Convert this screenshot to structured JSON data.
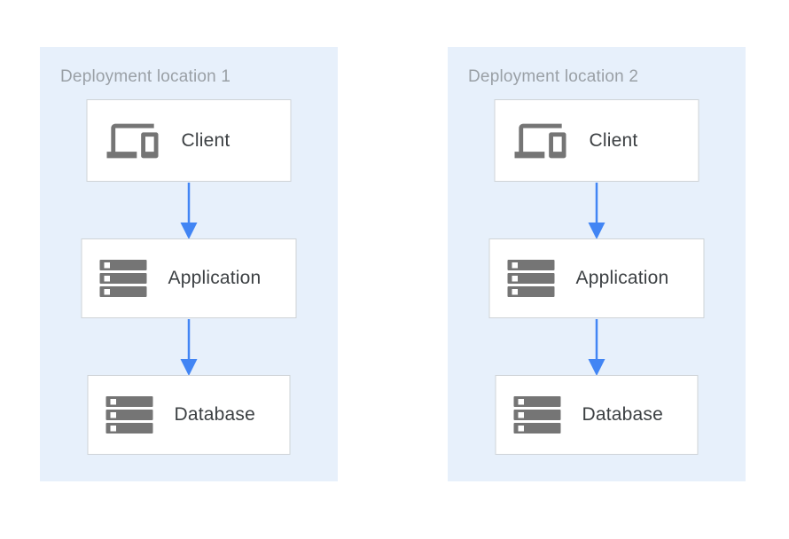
{
  "diagram": {
    "type": "architecture-flow",
    "panels": [
      {
        "title": "Deployment location 1",
        "nodes": [
          {
            "label": "Client",
            "icon": "devices-icon"
          },
          {
            "label": "Application",
            "icon": "server-stack-icon"
          },
          {
            "label": "Database",
            "icon": "server-stack-icon"
          }
        ],
        "edges": [
          {
            "from": "Client",
            "to": "Application",
            "direction": "down"
          },
          {
            "from": "Application",
            "to": "Database",
            "direction": "down"
          }
        ]
      },
      {
        "title": "Deployment location 2",
        "nodes": [
          {
            "label": "Client",
            "icon": "devices-icon"
          },
          {
            "label": "Application",
            "icon": "server-stack-icon"
          },
          {
            "label": "Database",
            "icon": "server-stack-icon"
          }
        ],
        "edges": [
          {
            "from": "Client",
            "to": "Application",
            "direction": "down"
          },
          {
            "from": "Application",
            "to": "Database",
            "direction": "down"
          }
        ]
      }
    ],
    "colors": {
      "panel_background": "#e7f0fb",
      "node_background": "#ffffff",
      "node_border": "#cfd3d7",
      "arrow": "#4285f4",
      "icon": "#757575",
      "title_text": "#9aa0a6",
      "label_text": "#3c4043"
    }
  }
}
